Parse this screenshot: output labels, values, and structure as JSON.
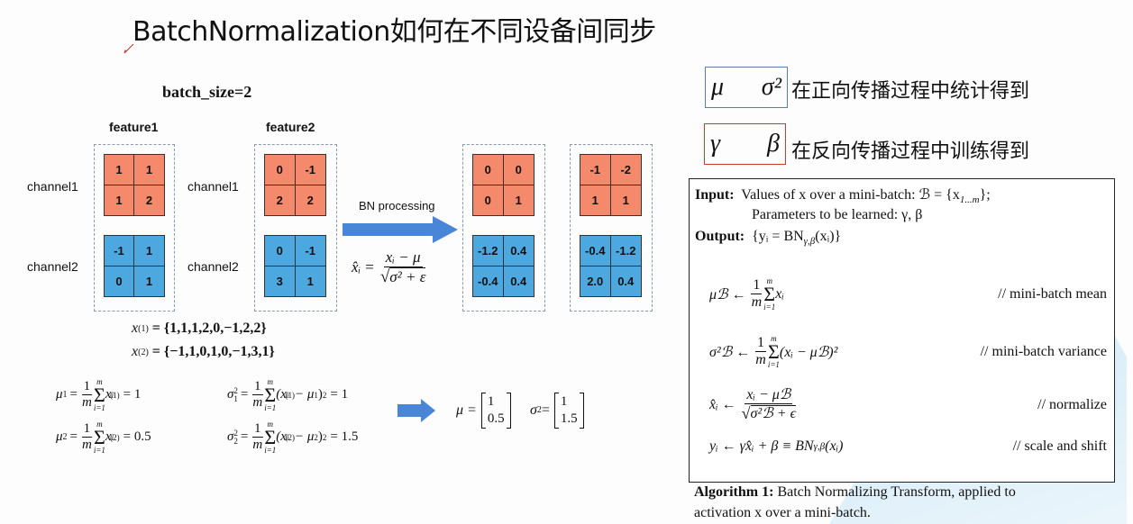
{
  "title": "BatchNormalization如何在不同设备间同步",
  "batch_size_label": "batch_size=2",
  "features": [
    {
      "label": "feature1",
      "channels": [
        {
          "label": "channel1",
          "color": "orange",
          "values": [
            "1",
            "1",
            "1",
            "2"
          ]
        },
        {
          "label": "channel2",
          "color": "blue",
          "values": [
            "-1",
            "1",
            "0",
            "1"
          ]
        }
      ]
    },
    {
      "label": "feature2",
      "channels": [
        {
          "label": "channel1",
          "color": "orange",
          "values": [
            "0",
            "-1",
            "2",
            "2"
          ]
        },
        {
          "label": "channel2",
          "color": "blue",
          "values": [
            "0",
            "-1",
            "3",
            "1"
          ]
        }
      ]
    }
  ],
  "bn_arrow": {
    "label": "BN processing",
    "formula": {
      "lhs": "x̂ᵢ",
      "numerator": "xᵢ − μ",
      "denominator": "σ² + ε"
    }
  },
  "outputs": [
    {
      "channels": [
        {
          "color": "orange",
          "values": [
            "0",
            "0",
            "0",
            "1"
          ]
        },
        {
          "color": "blue",
          "values": [
            "-1.2",
            "0.4",
            "-0.4",
            "0.4"
          ]
        }
      ]
    },
    {
      "channels": [
        {
          "color": "orange",
          "values": [
            "-1",
            "-2",
            "1",
            "1"
          ]
        },
        {
          "color": "blue",
          "values": [
            "-0.4",
            "-1.2",
            "2.0",
            "0.4"
          ]
        }
      ]
    }
  ],
  "sets": {
    "x1": {
      "lhs": "x",
      "sup": "(1)",
      "rhs": "= {1,1,1,2,0,−1,2,2}"
    },
    "x2": {
      "lhs": "x",
      "sup": "(2)",
      "rhs": "= {−1,1,0,1,0,−1,3,1}"
    }
  },
  "stats": {
    "mu1": {
      "lhs": "μ",
      "sub": "1",
      "var": "x",
      "sup": "(1)",
      "result": "= 1"
    },
    "mu2": {
      "lhs": "μ",
      "sub": "2",
      "var": "x",
      "sup": "(2)",
      "result": "= 0.5"
    },
    "var1": {
      "lhs": "σ",
      "sub": "1",
      "sup_sq": "2",
      "body_open": "(x",
      "inner_sup": "(1)",
      "minus": " − μ",
      "mu_sub": "1",
      "close": ")",
      "result": "= 1"
    },
    "var2": {
      "lhs": "σ",
      "sub": "2",
      "sup_sq": "2",
      "body_open": "(x",
      "inner_sup": "(2)",
      "minus": " − μ",
      "mu_sub": "2",
      "close": ")",
      "result": "= 1.5"
    },
    "frac_num": "1",
    "frac_den": "m",
    "sum_top": "m",
    "sum_bottom": "i=1",
    "sum_index": "i"
  },
  "result_vectors": {
    "mu": {
      "label": "μ =",
      "values": [
        "1",
        "0.5"
      ]
    },
    "sigma": {
      "label": "σ",
      "sup": "2",
      "eq": " =",
      "values": [
        "1",
        "1.5"
      ]
    }
  },
  "legend": [
    {
      "symbols": [
        "μ",
        "σ²"
      ],
      "border_color": "#5b7fa0",
      "text": "在正向传播过程中统计得到"
    },
    {
      "symbols": [
        "γ",
        "β"
      ],
      "border_color": "#d23a2a",
      "text": "在反向传播过程中训练得到"
    }
  ],
  "algorithm": {
    "input_label": "Input:",
    "input_text": "Values of x over a mini-batch: ℬ = {x",
    "input_sub": "1...m",
    "input_end": "};",
    "params_text": "Parameters to be learned: γ, β",
    "output_label": "Output:",
    "output_text": "{yᵢ = BN",
    "output_sub": "γ,β",
    "output_end": "(xᵢ)}",
    "steps": [
      {
        "lhs": "μℬ ←",
        "body": "xᵢ",
        "comment": "// mini-batch mean"
      },
      {
        "lhs": "σ²ℬ ←",
        "body": "(xᵢ − μℬ)²",
        "comment": "// mini-batch variance"
      },
      {
        "lhs": "x̂ᵢ ←",
        "numerator": "xᵢ − μℬ",
        "denominator": "σ²ℬ + ϵ",
        "comment": "// normalize"
      },
      {
        "lhs": "yᵢ ← γx̂ᵢ + β ≡ BN",
        "sub": "γ,β",
        "end": "(xᵢ)",
        "comment": "// scale and shift"
      }
    ],
    "caption_bold": "Algorithm 1:",
    "caption_line1": " Batch Normalizing Transform, applied to",
    "caption_line2": "activation x over a mini-batch."
  },
  "colors": {
    "orange": "#f4896b",
    "blue": "#4ea8e0",
    "arrow": "#4a86d8",
    "dashed_border": "#8b99ac"
  }
}
